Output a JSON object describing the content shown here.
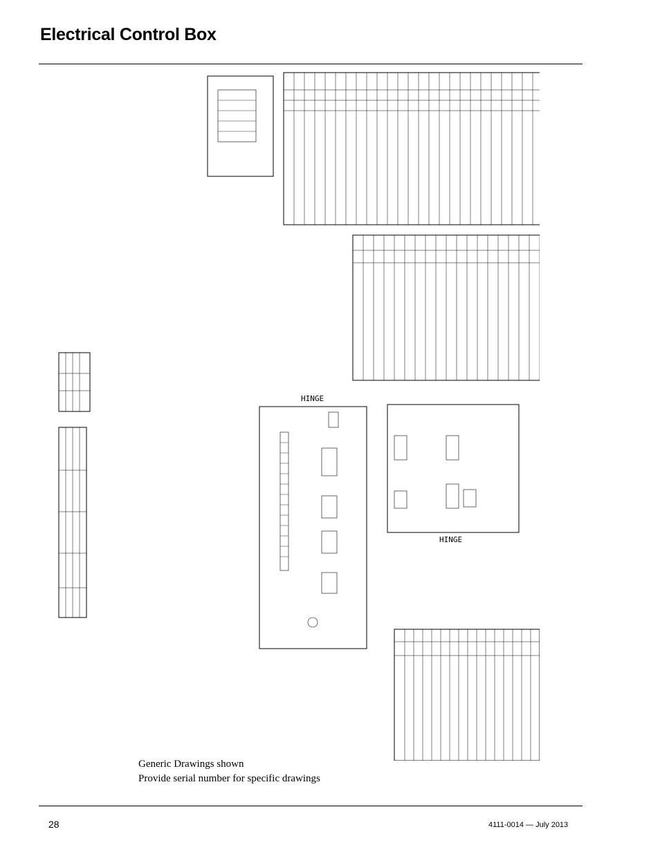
{
  "page": {
    "title": "Electrical Control Box",
    "page_number": "28",
    "doc_id": "4111-0014 — July 2013"
  },
  "caption": {
    "line1": "Generic Drawings shown",
    "line2": "Provide serial number for specific drawings"
  },
  "drawing": {
    "hinge_label": "HINGE",
    "bom_title": "BILL OF MATERIAL",
    "opt_bom_title": "OPTIONAL BILL OF MATERIAL",
    "wire_chart_title": "WIRE CHART",
    "table1_title": "TABLE 1",
    "table2_title": "TABLE 2"
  }
}
